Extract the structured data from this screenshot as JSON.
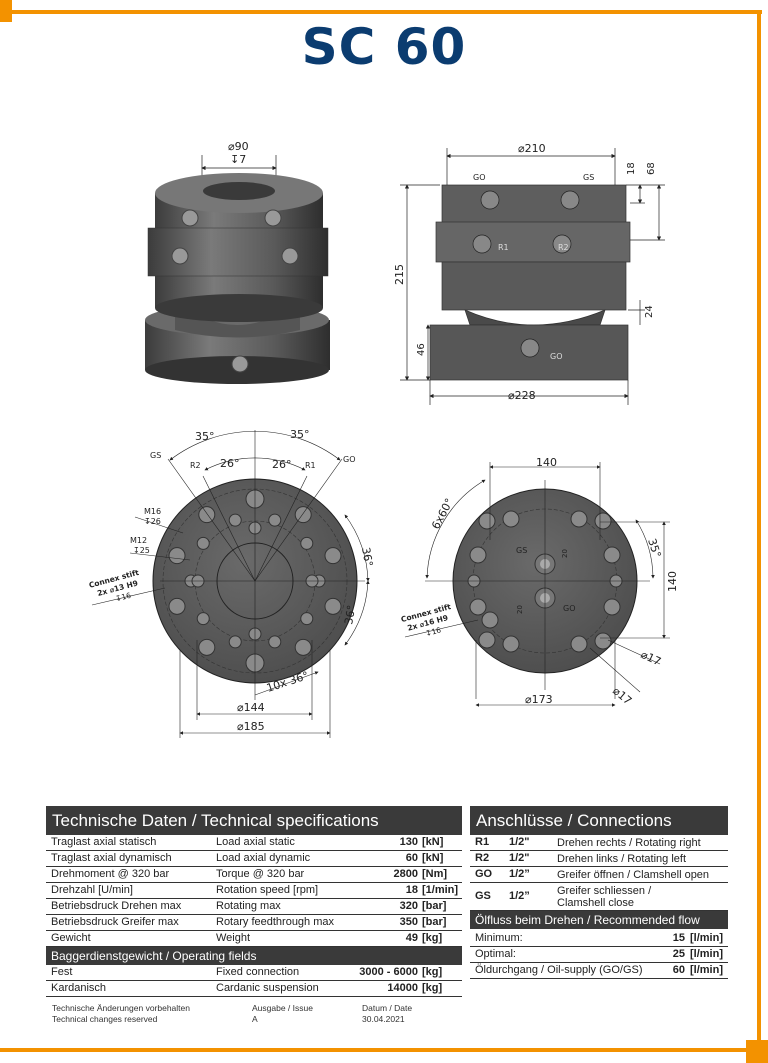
{
  "title": "SC 60",
  "colors": {
    "accent": "#f39200",
    "title": "#0b3c70",
    "header_bg": "#3a3a3a"
  },
  "drawings": {
    "iso": {
      "dia": "⌀90",
      "depth": "↧7"
    },
    "side": {
      "dia_top": "⌀210",
      "d18": "18",
      "d68": "68",
      "d215": "215",
      "d24": "24",
      "d46": "46",
      "dia_base": "⌀228",
      "go_top": "GO",
      "gs_top": "GS",
      "r1": "R1",
      "r2": "R2",
      "go_base": "GO"
    },
    "top": {
      "a35l": "35°",
      "a35r": "35°",
      "a26l": "26°",
      "a26r": "26°",
      "gs": "GS",
      "go": "GO",
      "r2": "R2",
      "r1": "R1",
      "m16": "M16",
      "m16d": "↧26",
      "m12": "M12",
      "m12d": "↧25",
      "connex1": "Connex stift",
      "connex2": "2x ⌀13 H9",
      "connex3": "↧16",
      "a36a": "36°",
      "a36b": "36°",
      "a10x36": "10x 36°",
      "d144": "⌀144",
      "d185": "⌀185"
    },
    "bottom": {
      "d140w": "140",
      "a6x60": "6x60°",
      "a35": "35°",
      "d140h": "140",
      "gs": "GS",
      "go": "GO",
      "d20a": "20",
      "d20b": "20",
      "connex1": "Connex stift",
      "connex2": "2x ⌀16 H9",
      "connex3": "↧16",
      "d17a": "⌀17",
      "d17b": "⌀17",
      "d173": "⌀173"
    }
  },
  "specs": {
    "header": "Technische Daten / Technical specifications",
    "rows": [
      {
        "de": "Traglast axial statisch",
        "en": "Load axial static",
        "value": "130",
        "unit": "[kN]"
      },
      {
        "de": "Traglast axial dynamisch",
        "en": "Load axial dynamic",
        "value": "60",
        "unit": "[kN]"
      },
      {
        "de": "Drehmoment @ 320 bar",
        "en": "Torque @ 320 bar",
        "value": "2800",
        "unit": "[Nm]"
      },
      {
        "de": "Drehzahl [U/min]",
        "en": "Rotation speed [rpm]",
        "value": "18",
        "unit": "[1/min]"
      },
      {
        "de": "Betriebsdruck Drehen max",
        "en": "Rotating max",
        "value": "320",
        "unit": "[bar]"
      },
      {
        "de": "Betriebsdruck Greifer max",
        "en": "Rotary feedthrough max",
        "value": "350",
        "unit": "[bar]"
      },
      {
        "de": "Gewicht",
        "en": "Weight",
        "value": "49",
        "unit": "[kg]"
      }
    ],
    "sub_header": "Baggerdienstgewicht / Operating fields",
    "op_rows": [
      {
        "de": "Fest",
        "en": "Fixed connection",
        "value": "3000 - 6000",
        "unit": "[kg]"
      },
      {
        "de": "Kardanisch",
        "en": "Cardanic suspension",
        "value": "14000",
        "unit": "[kg]"
      }
    ]
  },
  "connections": {
    "header": "Anschlüsse / Connections",
    "rows": [
      {
        "code": "R1",
        "size": "1/2\"",
        "desc": "Drehen rechts / Rotating right"
      },
      {
        "code": "R2",
        "size": "1/2\"",
        "desc": "Drehen links / Rotating left"
      },
      {
        "code": "GO",
        "size": "1/2”",
        "desc": "Greifer öffnen / Clamshell open"
      },
      {
        "code": "GS",
        "size": "1/2”",
        "desc": "Greifer schliessen /",
        "desc2": "Clamshell close"
      }
    ],
    "flow_header": "Ölfluss beim Drehen / Recommended flow",
    "flow_rows": [
      {
        "label": "Minimum:",
        "value": "15",
        "unit": "[l/min]"
      },
      {
        "label": "Optimal:",
        "value": "25",
        "unit": "[l/min]"
      },
      {
        "label": "Öldurchgang / Oil-supply (GO/GS)",
        "value": "60",
        "unit": "[l/min]"
      }
    ]
  },
  "footer": {
    "note_de": "Technische Änderungen vorbehalten",
    "note_en": "Technical changes reserved",
    "issue_label": "Ausgabe / Issue",
    "issue": "A",
    "date_label": "Datum / Date",
    "date": "30.04.2021"
  }
}
